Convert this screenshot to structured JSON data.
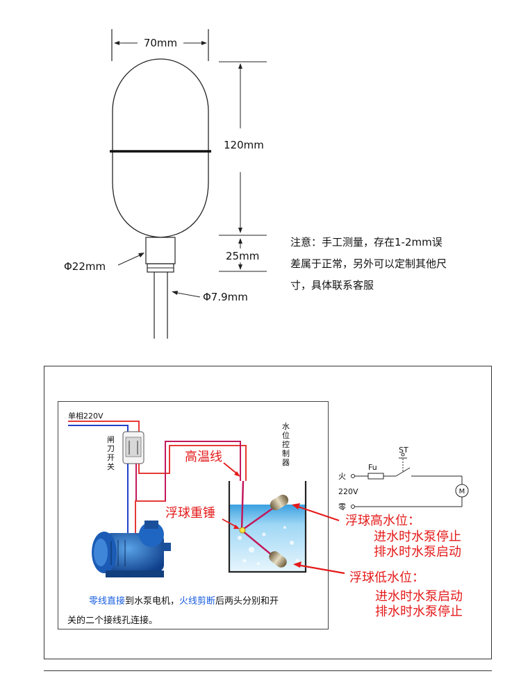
{
  "dimensions": {
    "width_label": "70mm",
    "height_label": "120mm",
    "neck_label": "25mm",
    "neck_diameter_label": "Φ22mm",
    "cable_diameter_label": "Φ7.9mm"
  },
  "note": {
    "line1": "注意：手工测量，存在1-2mm误",
    "line2": "差属于正常，另外可以定制其他尺",
    "line3": "寸，具体联系客服"
  },
  "wiring": {
    "single_phase": "单相220V",
    "knife_switch": [
      "闸",
      "刀",
      "开",
      "关"
    ],
    "level_controller": [
      "水",
      "位",
      "控",
      "制",
      "器"
    ],
    "high_temp_wire": "高温线",
    "float_weight": "浮球重锤",
    "caption_neutral": "零线直接",
    "caption_mid1": "到水泵电机，",
    "caption_live": "火线剪断",
    "caption_mid2": "后两头分别和开",
    "caption_line2": "关的二个接线孔连接。"
  },
  "float_high": {
    "title": "浮球高水位：",
    "line1": "进水时水泵停止",
    "line2": "排水时水泵启动"
  },
  "float_low": {
    "title": "浮球低水位：",
    "line1": "进水时水泵启动",
    "line2": "排水时水泵停止"
  },
  "circuit": {
    "live": "火",
    "voltage": "220V",
    "neutral": "零",
    "fuse": "Fu",
    "switch": "ST",
    "motor": "M"
  },
  "colors": {
    "annotation_red": "#e41a1a",
    "wire_pink": "#c2185b",
    "wire_red": "#e53935",
    "wire_blue": "#1e40c8",
    "caption_blue": "#1a5ee0",
    "water": "#7ec8ee"
  }
}
